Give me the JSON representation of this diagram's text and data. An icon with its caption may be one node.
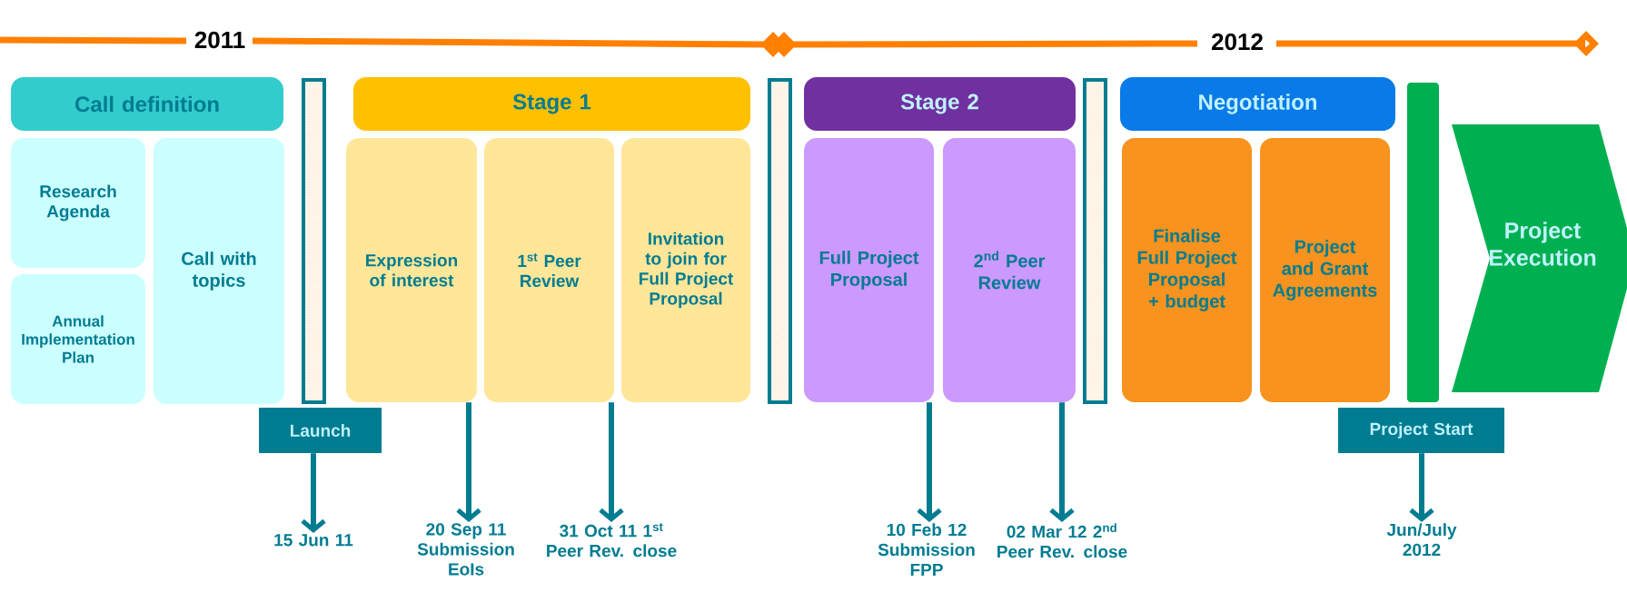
{
  "diagram": {
    "nodes": [
      {
        "text": [
          "Call definition"
        ]
      },
      {
        "text": [
          "Research Agenda"
        ]
      },
      {
        "text": [
          "Annual Implementation Plan"
        ]
      },
      {
        "text": [
          "Call with topics"
        ]
      },
      {
        "text": [],
        "shape": "bar"
      },
      {
        "text": [
          "Stage 1"
        ]
      },
      {
        "text": [
          "Expression of interest"
        ]
      },
      {
        "text": [
          "1$^{st}$ Peer Review"
        ]
      },
      {
        "text": [
          "Invitation to join for Full Project Proposal"
        ]
      },
      {
        "text": [],
        "shape": "bar"
      },
      {
        "text": [
          "Stage 2"
        ]
      },
      {
        "text": [
          "Full Project Proposal"
        ]
      },
      {
        "text": [
          "2$^{nd}$ Peer Review"
        ]
      },
      {
        "text": [],
        "shape": "bar"
      },
      {
        "text": [
          "Negotiation"
        ]
      },
      {
        "text": [
          "Finalise Full Project Proposal + budget"
        ]
      },
      {
        "text": [
          "Project and Grant Agreements"
        ]
      },
      {
        "text": [],
        "shape": "bar"
      },
      {
        "text": [
          "Project Execution"
        ]
      },
      {
        "text": [
          "Launch"
        ]
      },
      {
        "text": [
          "Project Start"
        ]
      },
      {
        "text": [
          "15 Jun 11"
        ]
      },
      {
        "text": [
          "20 Sep 11 Submission EoIs"
        ]
      },
      {
        "text": [
          "31 Oct 11 1$^{st}$ Peer Rev. close"
        ]
      },
      {
        "text": [
          "10 Feb 12 Submission FPP"
        ]
      },
      {
        "text": [
          "02 Mar 12 2$^{nd}$ Peer Rev. close"
        ]
      },
      {
        "text": [
          "Jun/July 2012"
        ]
      }
    ],
    "edges": [
      {
        "from": 19,
        "to": 21,
        "arrow": "to"
      },
      {
        "from": 6,
        "to": 22,
        "arrow": "to"
      },
      {
        "from": 7,
        "to": 23,
        "arrow": "to"
      },
      {
        "from": 11,
        "to": 24,
        "arrow": "to"
      },
      {
        "from": 12,
        "to": 25,
        "arrow": "to"
      },
      {
        "from": 20,
        "to": 26,
        "arrow": "to"
      }
    ],
    "labels": [
      "2011",
      "2012"
    ]
  }
}
